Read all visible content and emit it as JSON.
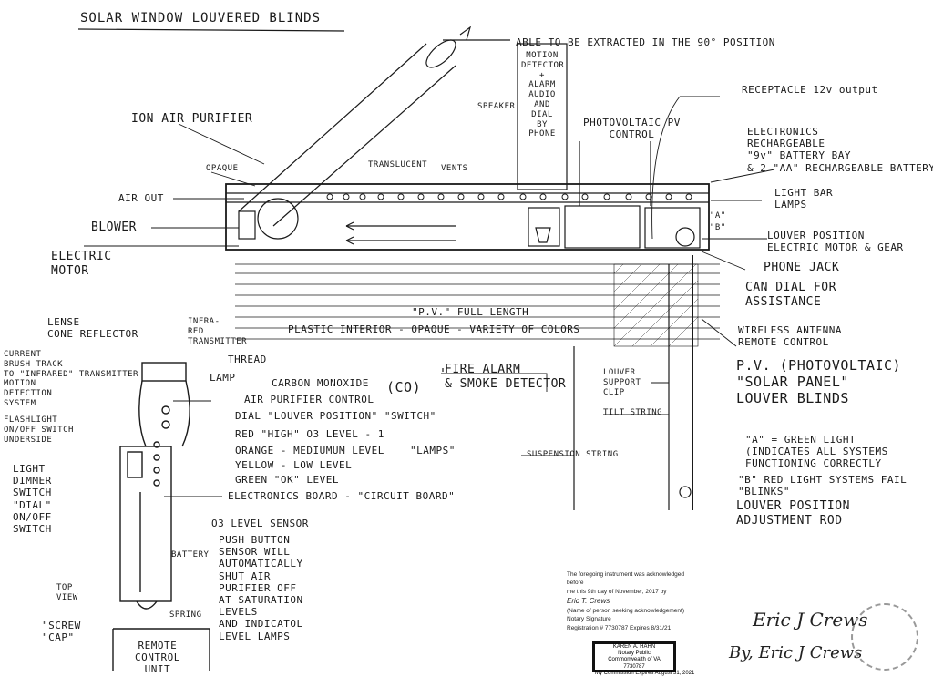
{
  "title": "SOLAR WINDOW LOUVERED BLINDS",
  "labels": {
    "extract": "ABLE TO BE EXTRACTED IN THE 90° POSITION",
    "motion": "MOTION\nDETECTOR\n+\nALARM\nAUDIO\nAND\nDIAL\nBY\nPHONE",
    "speaker": "SPEAKER",
    "ion": "ION AIR PURIFIER",
    "opaque": "OPAQUE",
    "translucent": "TRANSLUCENT",
    "vents": "VENTS",
    "airout": "AIR OUT",
    "blower": "BLOWER",
    "electric_motor": "ELECTRIC\nMOTOR",
    "pv": "PHOTOVOLTAIC PV\nCONTROL",
    "receptacle": "RECEPTACLE 12v output",
    "electronics": "ELECTRONICS\nRECHARGEABLE\n\"9v\" BATTERY BAY\n& 2 \"AA\" RECHARGEABLE BATTERY",
    "lightbar": "LIGHT BAR\nLAMPS",
    "louverpos": "LOUVER POSITION\nELECTRIC MOTOR & GEAR",
    "phonejack": "PHONE JACK",
    "candial": "CAN DIAL FOR\nASSISTANCE",
    "pvfull": "\"P.V.\" FULL LENGTH",
    "plastic": "PLASTIC INTERIOR - OPAQUE - VARIETY OF COLORS",
    "antenna": "WIRELESS ANTENNA\nREMOTE CONTROL",
    "pvsolar": "P.V. (PHOTOVOLTAIC)\n\"SOLAR PANEL\"\nLOUVER BLINDS",
    "lense": "LENSE\nCONE REFLECTOR",
    "infrared": "INFRA-\nRED\nTRANSMITTER",
    "current": "CURRENT\nBRUSH TRACK\nTO \"INFRARED\" TRANSMITTER\nMOTION\nDETECTION\nSYSTEM",
    "thread": "THREAD",
    "lamp": "LAMP",
    "carbon": "CARBON MONOXIDE",
    "co": "(CO)",
    "fire": "FIRE ALARM\n& SMOKE DETECTOR",
    "aircontrol": "AIR PURIFIER CONTROL",
    "dial": "DIAL \"LOUVER POSITION\" \"SWITCH\"",
    "flashlight": "FLASHLIGHT\nON/OFF SWITCH\nUNDERSIDE",
    "red": "RED \"HIGH\" O3 LEVEL - 1",
    "orange": "ORANGE - MEDIUMUM LEVEL",
    "yellow": "YELLOW - LOW LEVEL",
    "green": "GREEN \"OK\" LEVEL",
    "lamps": "\"LAMPS\"",
    "lightdimmer": "LIGHT\nDIMMER\nSWITCH\n\"DIAL\"\nON/OFF\nSWITCH",
    "board": "ELECTRONICS BOARD - \"CIRCUIT BOARD\"",
    "o3sensor": "O3 LEVEL SENSOR",
    "pushbutton": "PUSH BUTTON\nSENSOR WILL\nAUTOMATICALLY\nSHUT AIR\nPURIFIER OFF\nAT SATURATION\nLEVELS\nAND INDICATOL\nLEVEL LAMPS",
    "battery": "BATTERY",
    "topview": "TOP\nVIEW",
    "spring": "SPRING",
    "screwcap": "\"SCREW\n\"CAP\"",
    "remote": "REMOTE\nCONTROL\nUNIT",
    "louverclip": "LOUVER\nSUPPORT\nCLIP",
    "tilt": "TILT STRING",
    "suspension": "SUSPENSION STRING",
    "greenlight": "\"A\" = GREEN LIGHT\n(INDICATES ALL SYSTEMS\nFUNCTIONING CORRECTLY",
    "redlight": "\"B\" RED LIGHT SYSTEMS FAIL\n\"BLINKS\"",
    "rod": "LOUVER POSITION\nADJUSTMENT ROD",
    "ab_a": "\"A\"",
    "ab_b": "\"B\""
  },
  "notary": {
    "line1": "The foregoing instrument was acknowledged before",
    "line2": "me this 9th day of November, 2017 by",
    "line3": "Eric T. Crews",
    "line4": "(Name of person seeking acknowledgement)",
    "line5": "Notary Signature",
    "line6": "Registration # 7730787    Expires 8/31/21",
    "stamp": "KAREN A. HAHN\nNotary Public\nCommonwealth of VA\n7730787\nMy Commission Expires August 31, 2021"
  },
  "signatures": {
    "sig1": "Eric J Crews",
    "sig2": "By, Eric J Crews"
  }
}
